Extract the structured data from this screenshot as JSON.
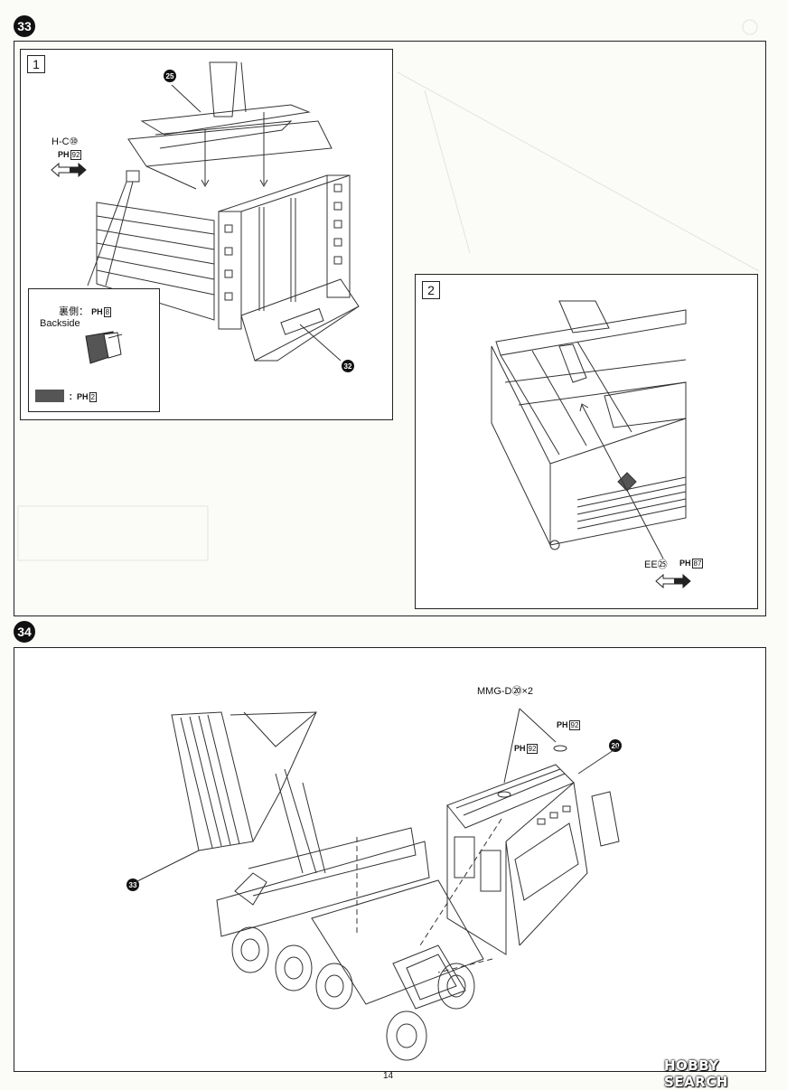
{
  "steps": {
    "step33": {
      "number": "33",
      "sub1": {
        "number": "1",
        "part_hc": "H-C⑩",
        "paint_hc": {
          "prefix": "PH",
          "code": "92"
        },
        "part_top": "25",
        "part_bottom": "32",
        "inset": {
          "jp_label": "裏側：",
          "paint": {
            "prefix": "PH",
            "code": "8"
          },
          "en_label": "Backside",
          "legend_paint": {
            "prefix": "PH",
            "code": "2"
          },
          "legend_sep": "："
        }
      },
      "sub2": {
        "number": "2",
        "part_ee": "EE㉕",
        "paint_ee": {
          "prefix": "PH",
          "code": "87"
        }
      }
    },
    "step34": {
      "number": "34",
      "part_mmg": "MMG-D⑳×2",
      "paint_a": {
        "prefix": "PH",
        "code": "92"
      },
      "paint_b": {
        "prefix": "PH",
        "code": "92"
      },
      "part_cab": "20",
      "part_body": "33"
    }
  },
  "footer": {
    "page_number": "14",
    "watermark": "HOBBY SEARCH"
  },
  "colors": {
    "ink": "#111111",
    "paper": "#fbfbf8",
    "legend_fill": "#555555"
  }
}
